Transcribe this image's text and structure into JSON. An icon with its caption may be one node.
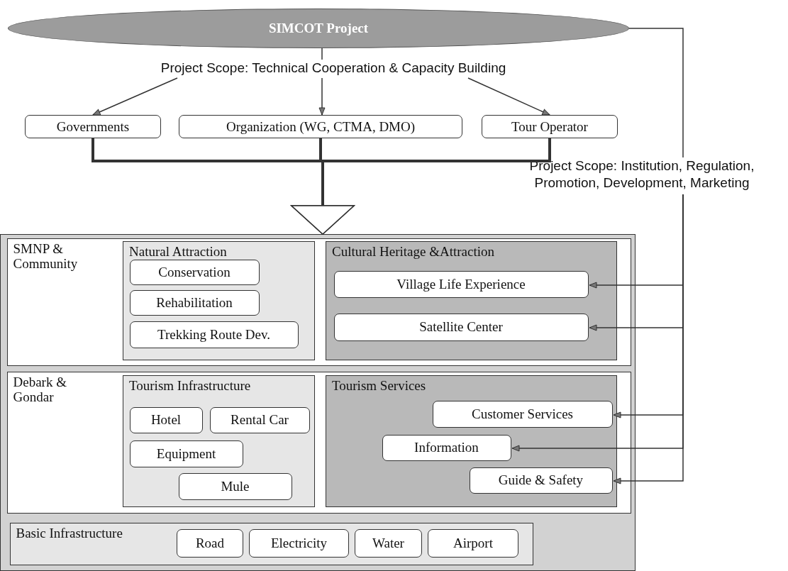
{
  "diagram": {
    "nodes": [
      {
        "text": [
          "SIMCOT Project"
        ]
      },
      {
        "text": [
          "Project Scope: Technical Cooperation & Capacity Building"
        ]
      },
      {
        "text": [
          "Governments"
        ]
      },
      {
        "text": [
          "Organization (WG, CTMA, DMO)"
        ]
      },
      {
        "text": [
          "Tour Operator"
        ]
      },
      {
        "text": [],
        "shape": "box"
      },
      {
        "text": [
          "SMNP & Community"
        ],
        "in": 5
      },
      {
        "text": [
          "Natural Attraction"
        ],
        "in": 6
      },
      {
        "text": [
          "Conservation"
        ],
        "in": 7
      },
      {
        "text": [
          "Rehabilitation"
        ],
        "in": 7
      },
      {
        "text": [
          "Trekking Route Dev."
        ],
        "in": 7
      },
      {
        "text": [
          "Cultural Heritage &Attraction"
        ],
        "in": 6
      },
      {
        "text": [
          "Village Life Experience"
        ],
        "in": 11
      },
      {
        "text": [
          "Satellite Center"
        ],
        "in": 11
      },
      {
        "text": [
          "Debark & Gondar"
        ],
        "in": 5
      },
      {
        "text": [
          "Tourism Infrastructure"
        ],
        "in": 14
      },
      {
        "text": [
          "Hotel"
        ],
        "in": 15
      },
      {
        "text": [
          "Rental Car"
        ],
        "in": 15
      },
      {
        "text": [
          "Equipment"
        ],
        "in": 15
      },
      {
        "text": [
          "Mule"
        ],
        "in": 15
      },
      {
        "text": [
          "Tourism Services"
        ],
        "in": 14
      },
      {
        "text": [
          "Customer Services"
        ],
        "in": 20
      },
      {
        "text": [
          "Information"
        ],
        "in": 20
      },
      {
        "text": [
          "Guide & Safety"
        ],
        "in": 20
      },
      {
        "text": [
          "Basic Infrastructure"
        ],
        "in": 5
      },
      {
        "text": [
          "Road"
        ],
        "in": 24
      },
      {
        "text": [
          "Electricity"
        ],
        "in": 24
      },
      {
        "text": [
          "Water"
        ],
        "in": 24
      },
      {
        "text": [
          "Airport"
        ],
        "in": 24
      },
      {
        "text": [
          "Project Scope: Institution, Regulation, Promotion, Development, Marketing"
        ]
      }
    ],
    "edges": [
      {
        "from": 0,
        "to": 1,
        "arrow": "none"
      },
      {
        "from": 1,
        "to": 2,
        "arrow": "to"
      },
      {
        "from": 1,
        "to": 3,
        "arrow": "to"
      },
      {
        "from": 1,
        "to": 4,
        "arrow": "to"
      },
      {
        "from": 2,
        "to": 5,
        "arrow": "to",
        "style": "thick"
      },
      {
        "from": 3,
        "to": 5,
        "arrow": "to",
        "style": "thick"
      },
      {
        "from": 4,
        "to": 5,
        "arrow": "to",
        "style": "thick"
      },
      {
        "from": 0,
        "to": 29,
        "arrow": "none"
      },
      {
        "from": 29,
        "to": 12,
        "arrow": "to"
      },
      {
        "from": 29,
        "to": 13,
        "arrow": "to"
      },
      {
        "from": 29,
        "to": 21,
        "arrow": "to"
      },
      {
        "from": 29,
        "to": 22,
        "arrow": "to"
      },
      {
        "from": 29,
        "to": 23,
        "arrow": "to"
      }
    ]
  }
}
